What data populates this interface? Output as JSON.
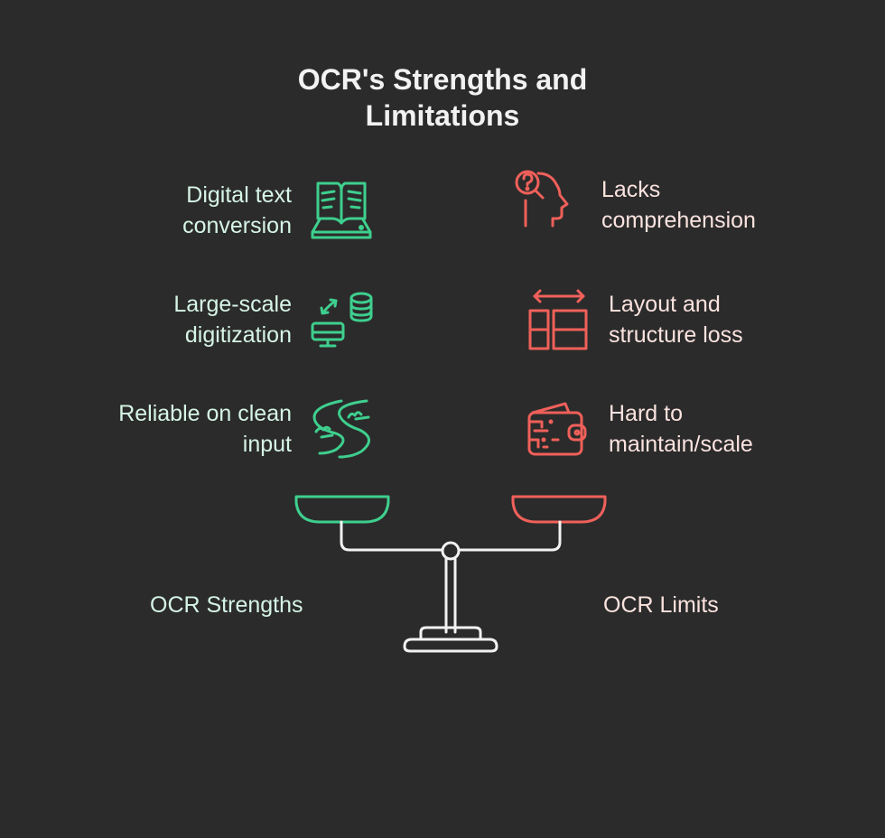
{
  "title": {
    "line1": "OCR's Strengths and",
    "line2": "Limitations"
  },
  "strengths": {
    "label": "OCR Strengths",
    "color": "#3ecf8e",
    "items": [
      {
        "line1": "Digital text",
        "line2": "conversion",
        "icon": "open-book-scanner-icon"
      },
      {
        "line1": "Large-scale",
        "line2": "digitization",
        "icon": "database-sync-monitor-icon"
      },
      {
        "line1": "Reliable on clean",
        "line2": "input",
        "icon": "river-path-icon"
      }
    ]
  },
  "limits": {
    "label": "OCR Limits",
    "color": "#f0605a",
    "items": [
      {
        "line1": "Lacks",
        "line2": "comprehension",
        "icon": "head-question-magnifier-icon"
      },
      {
        "line1": "Layout and",
        "line2": "structure loss",
        "icon": "layout-grid-arrows-icon"
      },
      {
        "line1": "Hard to",
        "line2": "maintain/scale",
        "icon": "circuit-wallet-icon"
      }
    ]
  },
  "scale_color": "#f2f2f2"
}
